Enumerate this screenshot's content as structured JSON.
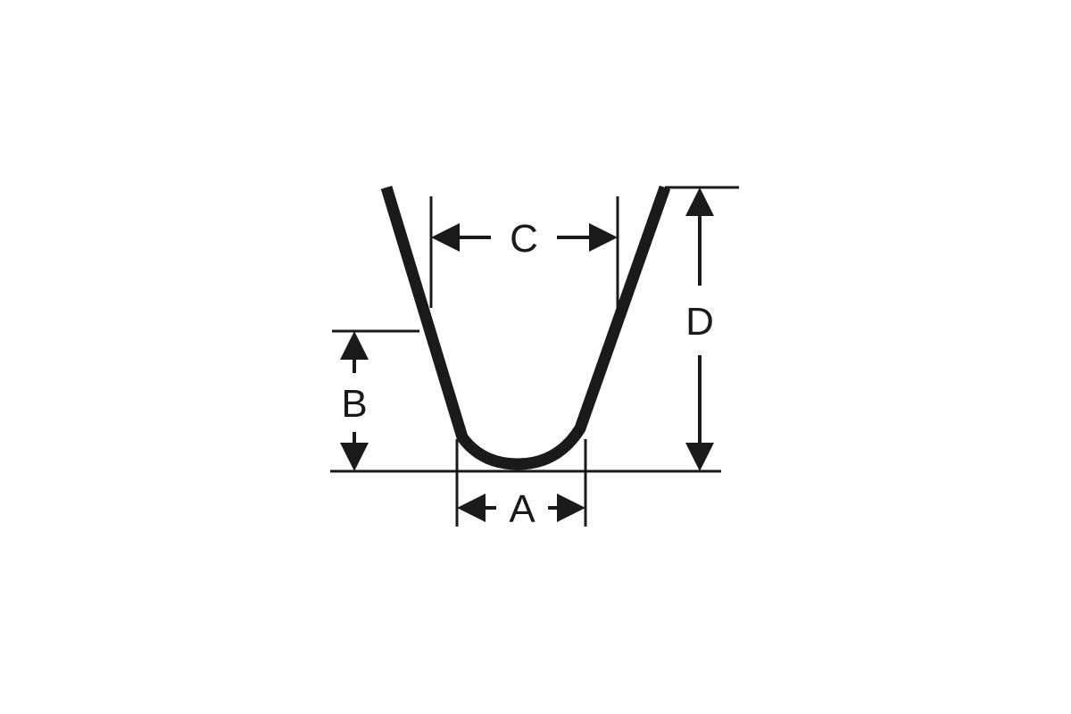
{
  "diagram": {
    "labels": {
      "a": "A",
      "b": "B",
      "c": "C",
      "d": "D"
    },
    "colors": {
      "ink": "#1a1a1a",
      "background": "#ffffff"
    }
  }
}
